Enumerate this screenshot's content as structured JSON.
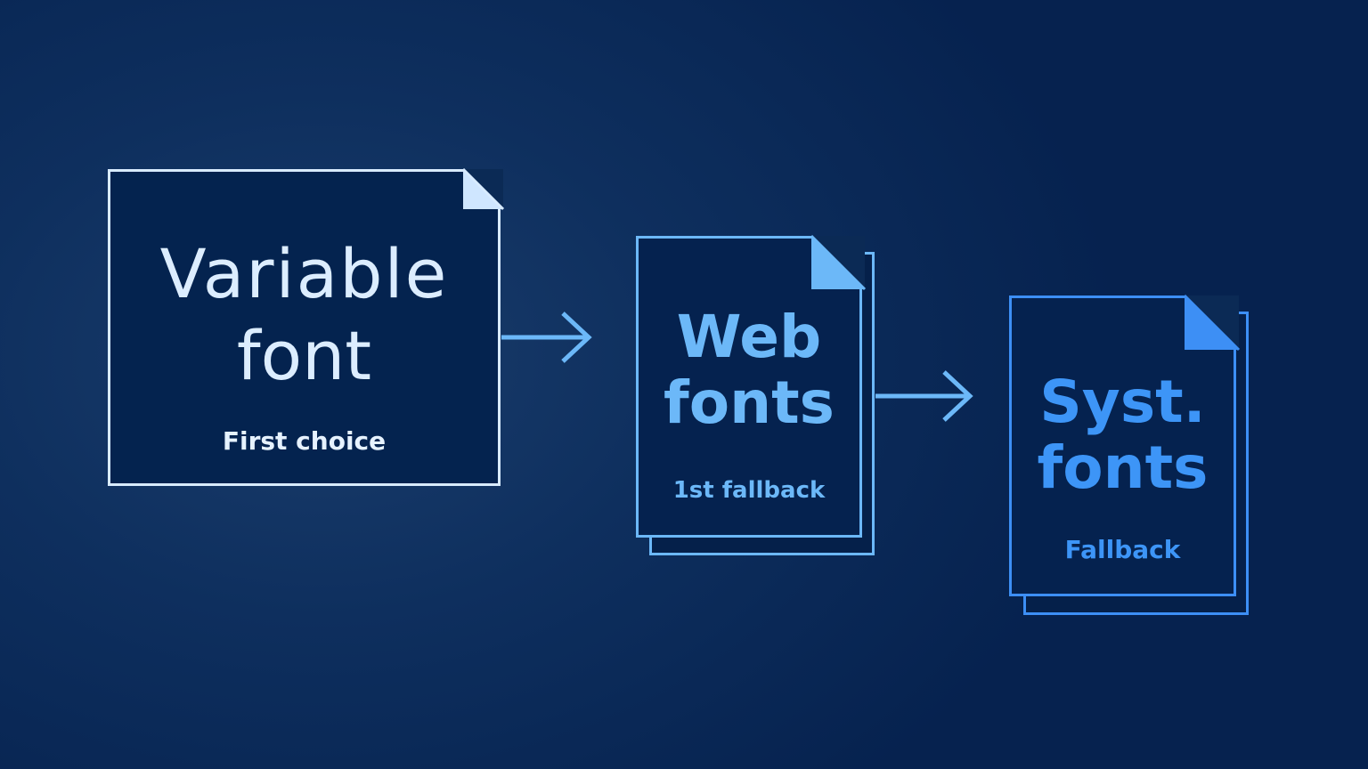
{
  "colors": {
    "background": "#0b2a55",
    "doc1_stroke": "#d8ebff",
    "doc2_stroke": "#6cb8f8",
    "doc3_stroke": "#3d8ff5",
    "arrow": "#6cb8f8"
  },
  "documents": [
    {
      "title_line1": "Variable",
      "title_line2": "font",
      "caption": "First choice"
    },
    {
      "title_line1": "Web",
      "title_line2": "fonts",
      "caption": "1st fallback"
    },
    {
      "title_line1": "Syst.",
      "title_line2": "fonts",
      "caption": "Fallback"
    }
  ]
}
